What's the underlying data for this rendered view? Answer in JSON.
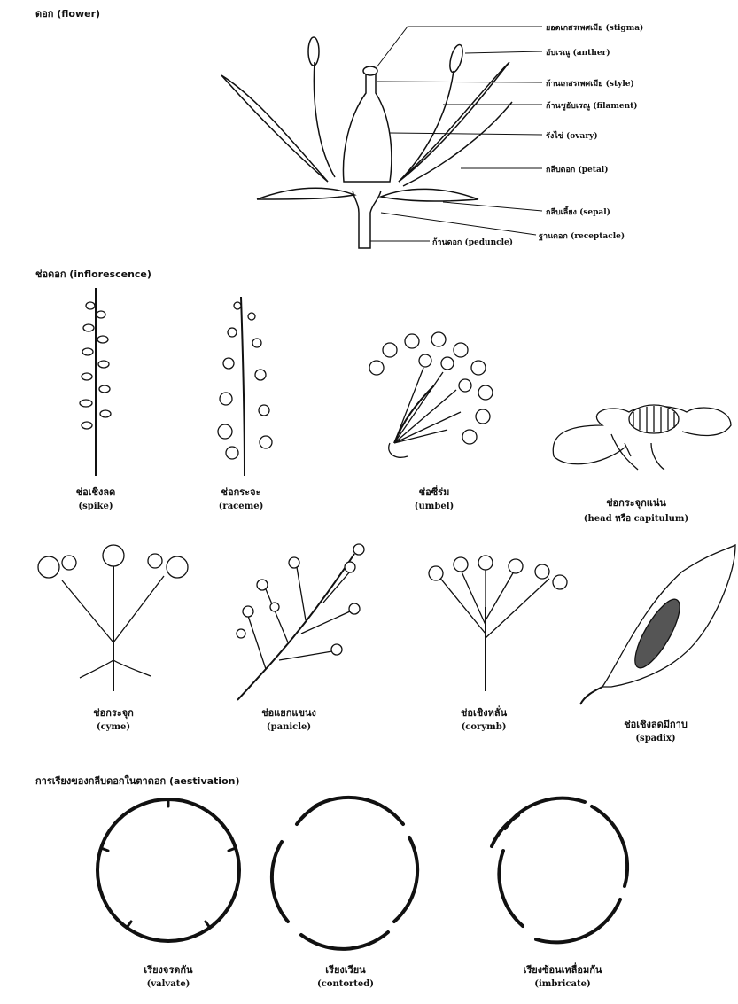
{
  "sections": {
    "flower_title": "ดอก (flower)",
    "inflorescence_title": "ช่อดอก (inflorescence)",
    "aestivation_title": "การเรียงของกลีบดอกในตาดอก (aestivation)"
  },
  "flower_parts": [
    {
      "label": "ยอดเกสรเพศเมีย (stigma)"
    },
    {
      "label": "อับเรณู (anther)"
    },
    {
      "label": "ก้านเกสรเพศเมีย (style)"
    },
    {
      "label": "ก้านชูอับเรณู (filament)"
    },
    {
      "label": "รังไข่ (ovary)"
    },
    {
      "label": "กลีบดอก (petal)"
    },
    {
      "label": "กลีบเลี้ยง (sepal)"
    },
    {
      "label": "ฐานดอก (receptacle)"
    },
    {
      "label": "ก้านดอก (peduncle)"
    }
  ],
  "inflorescences": [
    {
      "th": "ช่อเชิงลด",
      "en": "(spike)"
    },
    {
      "th": "ช่อกระจะ",
      "en": "(raceme)"
    },
    {
      "th": "ช่อซี่ร่ม",
      "en": "(umbel)"
    },
    {
      "th": "ช่อกระจุกแน่น",
      "en": "(head หรือ capitulum)"
    },
    {
      "th": "ช่อกระจุก",
      "en": "(cyme)"
    },
    {
      "th": "ช่อแยกแขนง",
      "en": "(panicle)"
    },
    {
      "th": "ช่อเชิงหลั่น",
      "en": "(corymb)"
    },
    {
      "th": "ช่อเชิงลดมีกาบ",
      "en": "(spadix)"
    }
  ],
  "aestivations": [
    {
      "th": "เรียงจรดกัน",
      "en": "(valvate)"
    },
    {
      "th": "เรียงเวียน",
      "en": "(contorted)"
    },
    {
      "th": "เรียงซ้อนเหลื่อมกัน",
      "en": "(imbricate)"
    }
  ]
}
